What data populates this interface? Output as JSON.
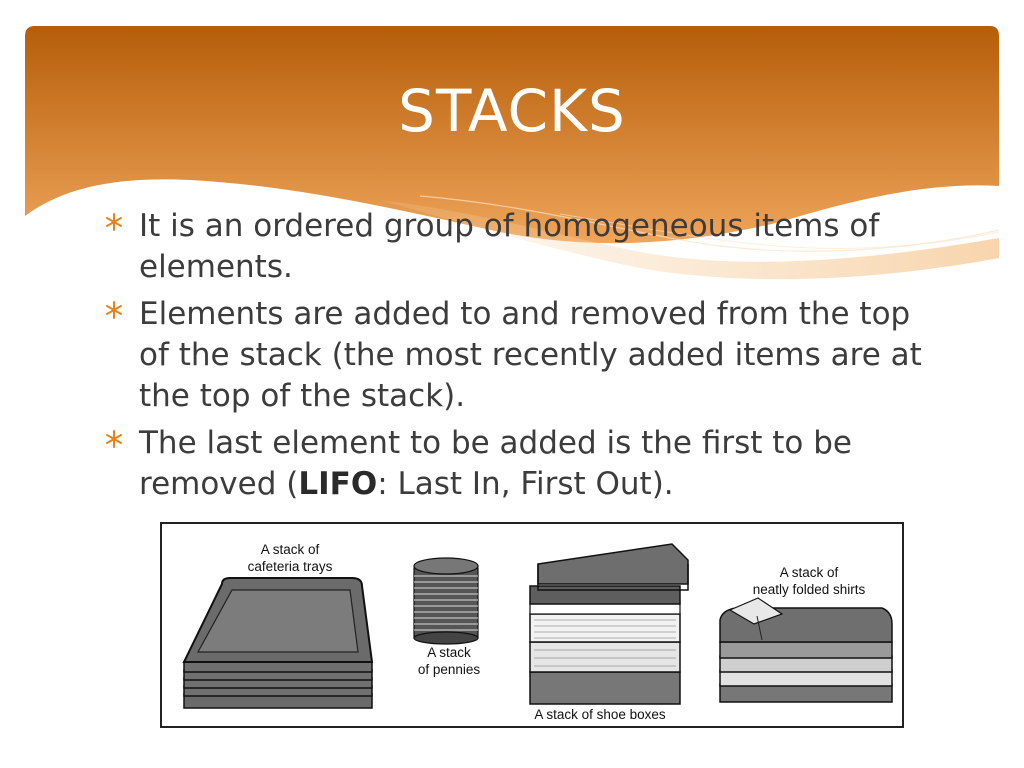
{
  "slide": {
    "title": "STACKS",
    "bullets": [
      {
        "text": "It is an ordered group of homogeneous items of elements."
      },
      {
        "text": "Elements are added to and removed from the top of the stack (the most  recently added items are at the top of the stack)."
      },
      {
        "prefix": "The last element to be added is the first to be removed (",
        "bold": "LIFO",
        "suffix": ": Last In, First Out)."
      }
    ],
    "bullet_icon": "star-bullet-icon"
  },
  "figure": {
    "labels": {
      "trays": [
        "A stack of",
        "cafeteria trays"
      ],
      "pennies": [
        "A stack",
        "of pennies"
      ],
      "shoeboxes": [
        "A stack of shoe boxes"
      ],
      "shirts": [
        "A stack of",
        "neatly folded shirts"
      ]
    }
  },
  "colors": {
    "header_dark": "#b55d09",
    "header_light": "#f1a959",
    "text": "#3c3c3c",
    "bullet": "#e8821c"
  }
}
